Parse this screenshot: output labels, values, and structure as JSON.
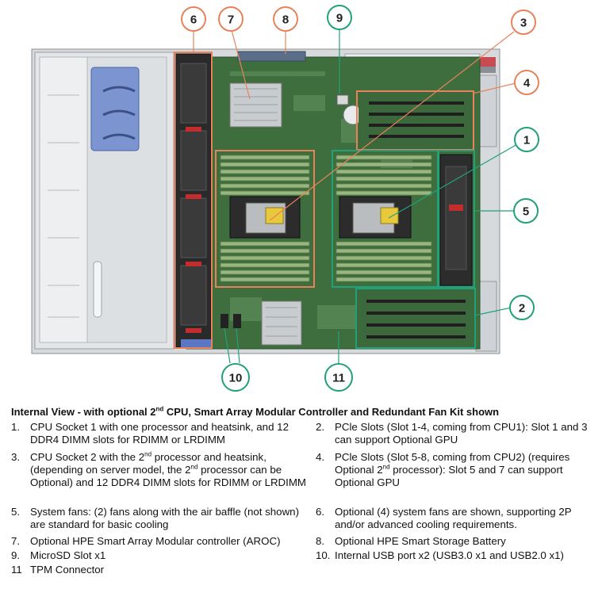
{
  "callouts": [
    "1",
    "2",
    "3",
    "4",
    "5",
    "6",
    "7",
    "8",
    "9",
    "10",
    "11"
  ],
  "caption": {
    "part1": "Internal View - with optional 2",
    "sup": "nd",
    "part2": " CPU, Smart Array Modular Controller and Redundant Fan Kit shown"
  },
  "items": [
    {
      "num": "1.",
      "segments": [
        {
          "t": "CPU Socket 1 with one processor and heatsink, and 12 DDR4 DIMM slots for RDIMM or LRDIMM"
        }
      ]
    },
    {
      "num": "2.",
      "segments": [
        {
          "t": "PCle Slots (Slot 1-4, coming from CPU1): Slot 1 and 3 can support Optional GPU"
        }
      ]
    },
    {
      "num": "3.",
      "segments": [
        {
          "t": "CPU Socket 2 with the 2"
        },
        {
          "sup": "nd"
        },
        {
          "t": " processor and heatsink, (depending on server model, the 2"
        },
        {
          "sup": "nd"
        },
        {
          "t": " processor can be Optional) and 12 DDR4 DIMM slots for RDIMM or LRDIMM"
        }
      ]
    },
    {
      "num": "4.",
      "segments": [
        {
          "t": "PCle Slots (Slot 5-8, coming from CPU2) (requires Optional 2"
        },
        {
          "sup": "nd"
        },
        {
          "t": " processor): Slot 5 and 7 can support Optional GPU"
        }
      ]
    },
    {
      "num": "5.",
      "segments": [
        {
          "t": "System fans: (2) fans along with the air baffle (not shown) are standard for basic cooling"
        }
      ]
    },
    {
      "num": "6.",
      "segments": [
        {
          "t": "Optional (4) system fans are shown, supporting 2P and/or advanced cooling requirements."
        }
      ]
    },
    {
      "num": "7.",
      "segments": [
        {
          "t": "Optional HPE Smart Array Modular controller (AROC)"
        }
      ]
    },
    {
      "num": "8.",
      "segments": [
        {
          "t": "Optional HPE Smart Storage Battery"
        }
      ]
    },
    {
      "num": "9.",
      "segments": [
        {
          "t": "MicroSD Slot x1"
        }
      ]
    },
    {
      "num": "10.",
      "segments": [
        {
          "t": "Internal USB port x2 (USB3.0 x1 and USB2.0 x1)"
        }
      ]
    },
    {
      "num": "11",
      "segments": [
        {
          "t": "TPM Connector"
        }
      ]
    }
  ],
  "colors": {
    "callout_orange": "#e8825a",
    "callout_teal": "#22a07a",
    "board_green": "#3e6e3e",
    "chassis": "#d5d8dc",
    "bracket_blue": "#7c95d0"
  }
}
